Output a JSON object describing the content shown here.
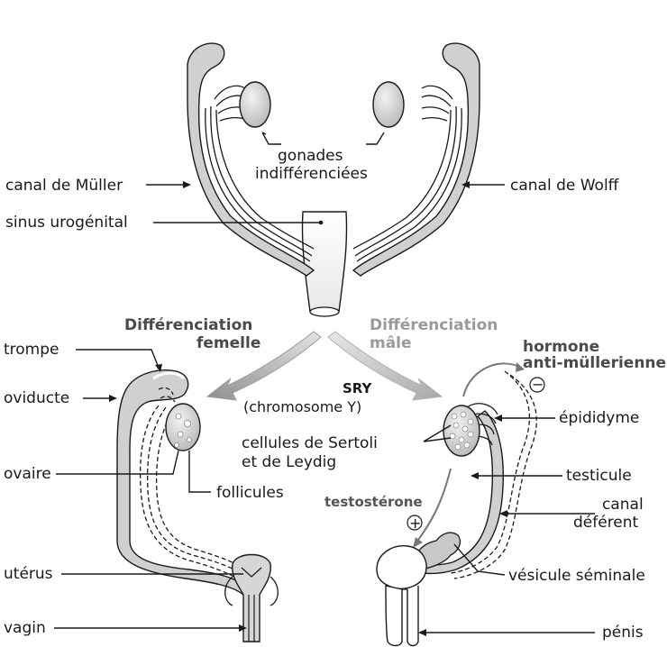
{
  "labels": {
    "canal_muller": "canal de Müller",
    "canal_wolff": "canal de Wolff",
    "sinus": "sinus urogénital",
    "gonades_1": "gonades",
    "gonades_2": "indifférenciées",
    "diff_fem_1": "Différenciation",
    "diff_fem_2": "femelle",
    "diff_male_1": "Différenciation",
    "diff_male_2": "mâle",
    "sry": "SRY",
    "chromosome": "(chromosome Y)",
    "hormone_1": "hormone",
    "hormone_2": "anti-müllerienne",
    "minus": "−",
    "trompe": "trompe",
    "oviducte": "oviducte",
    "ovaire": "ovaire",
    "follicules": "follicules",
    "uterus": "utérus",
    "vagin": "vagin",
    "sertoli_1": "cellules de Sertoli",
    "sertoli_2": "et de Leydig",
    "epididyme": "épididyme",
    "testicule": "testicule",
    "canal_def_1": "canal",
    "canal_def_2": "déférent",
    "testosterone": "testostérone",
    "plus": "+",
    "vesicule": "vésicule séminale",
    "penis": "pénis"
  },
  "colors": {
    "duct_fill": "#d0d0d0",
    "arrow_grey": "#b5b5b5",
    "text_dark": "#1a1a1a",
    "text_grey": "#9a9a9a"
  }
}
